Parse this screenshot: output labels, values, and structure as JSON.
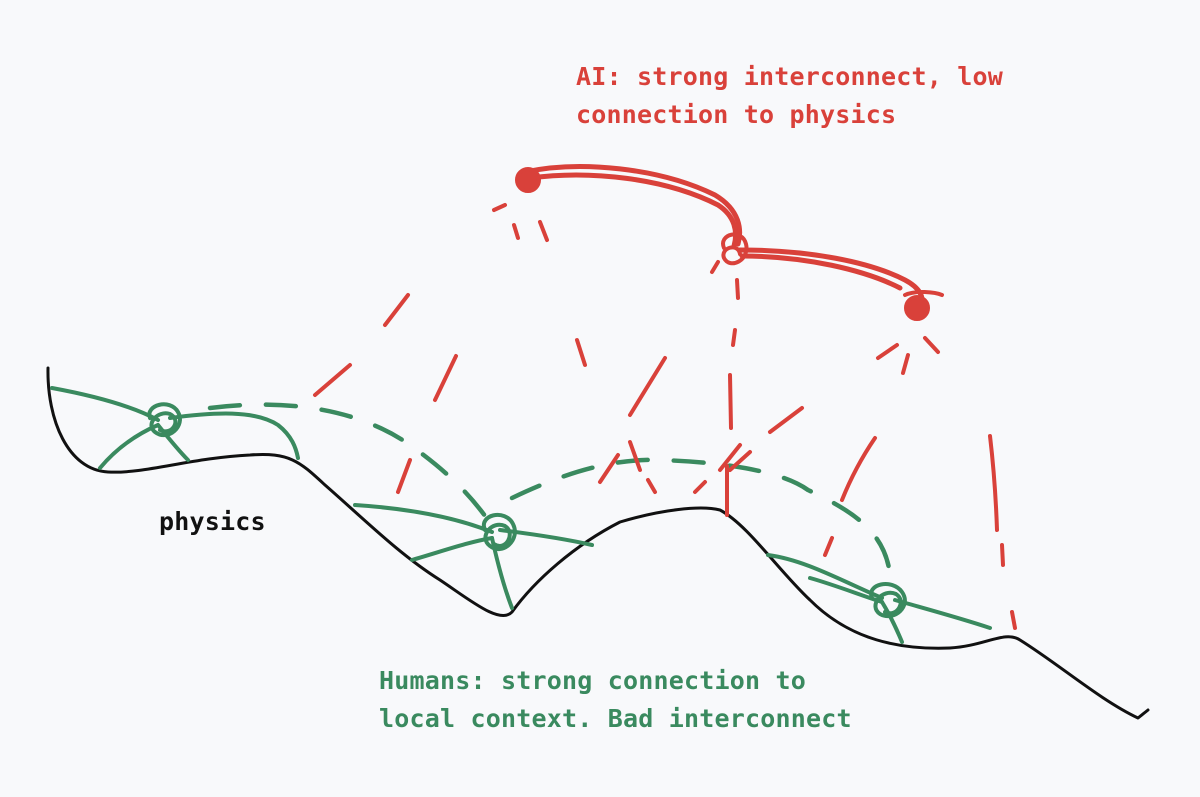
{
  "labels": {
    "ai_line1": "AI: strong interconnect, low",
    "ai_line2": "connection to physics",
    "humans_line1": "Humans: strong connection to",
    "humans_line2": "local context. Bad interconnect",
    "physics": "physics"
  },
  "colors": {
    "background": "#f8f9fb",
    "ai": "#d9413a",
    "humans": "#3a8a5f",
    "physics": "#111111"
  }
}
